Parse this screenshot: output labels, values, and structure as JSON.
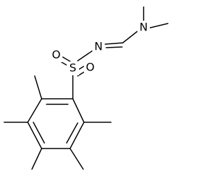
{
  "molecule": {
    "atoms": {
      "n_amine": "N",
      "n_imine": "N",
      "sulfur": "S",
      "oxygen_left": "O",
      "oxygen_right": "O"
    }
  }
}
